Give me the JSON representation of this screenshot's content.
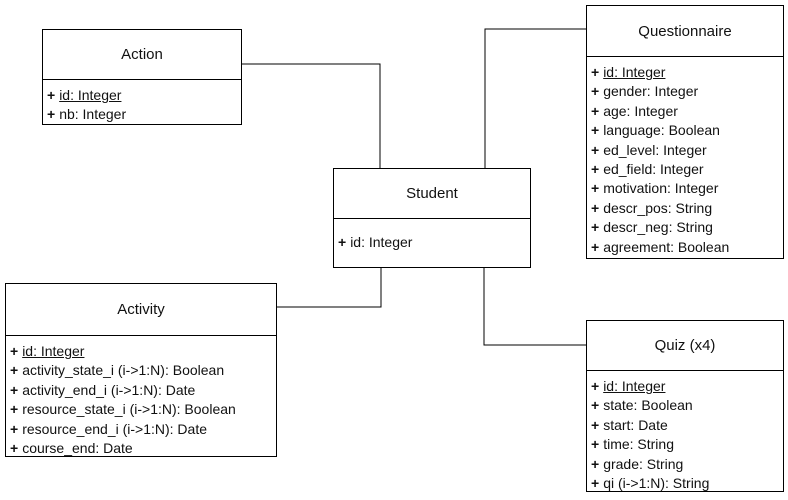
{
  "classes": {
    "action": {
      "name": "Action",
      "attributes": [
        {
          "plus": "+",
          "name": "id: Integer"
        },
        {
          "plus": "+",
          "name": "nb: Integer"
        }
      ]
    },
    "questionnaire": {
      "name": "Questionnaire",
      "attributes": [
        {
          "plus": "+",
          "name": "id: Integer"
        },
        {
          "plus": "+",
          "name": "gender: Integer"
        },
        {
          "plus": "+",
          "name": "age: Integer"
        },
        {
          "plus": "+",
          "name": "language: Boolean"
        },
        {
          "plus": "+",
          "name": "ed_level: Integer"
        },
        {
          "plus": "+",
          "name": "ed_field: Integer"
        },
        {
          "plus": "+",
          "name": "motivation: Integer"
        },
        {
          "plus": "+",
          "name": "descr_pos: String"
        },
        {
          "plus": "+",
          "name": "descr_neg: String"
        },
        {
          "plus": "+",
          "name": "agreement: Boolean"
        }
      ]
    },
    "student": {
      "name": "Student",
      "attributes": [
        {
          "plus": "+",
          "name": "id: Integer"
        }
      ]
    },
    "activity": {
      "name": "Activity",
      "attributes": [
        {
          "plus": "+",
          "name": "id: Integer"
        },
        {
          "plus": "+",
          "name": "activity_state_i (i->1:N): Boolean"
        },
        {
          "plus": "+",
          "name": "activity_end_i (i->1:N): Date"
        },
        {
          "plus": "+",
          "name": "resource_state_i (i->1:N): Boolean"
        },
        {
          "plus": "+",
          "name": "resource_end_i (i->1:N): Date"
        },
        {
          "plus": "+",
          "name": "course_end: Date"
        }
      ]
    },
    "quiz": {
      "name": "Quiz (x4)",
      "attributes": [
        {
          "plus": "+",
          "name": "id: Integer"
        },
        {
          "plus": "+",
          "name": "state: Boolean"
        },
        {
          "plus": "+",
          "name": "start: Date"
        },
        {
          "plus": "+",
          "name": "time: String"
        },
        {
          "plus": "+",
          "name": "grade: String"
        },
        {
          "plus": "+",
          "name": "qi (i->1:N): String"
        }
      ]
    }
  }
}
